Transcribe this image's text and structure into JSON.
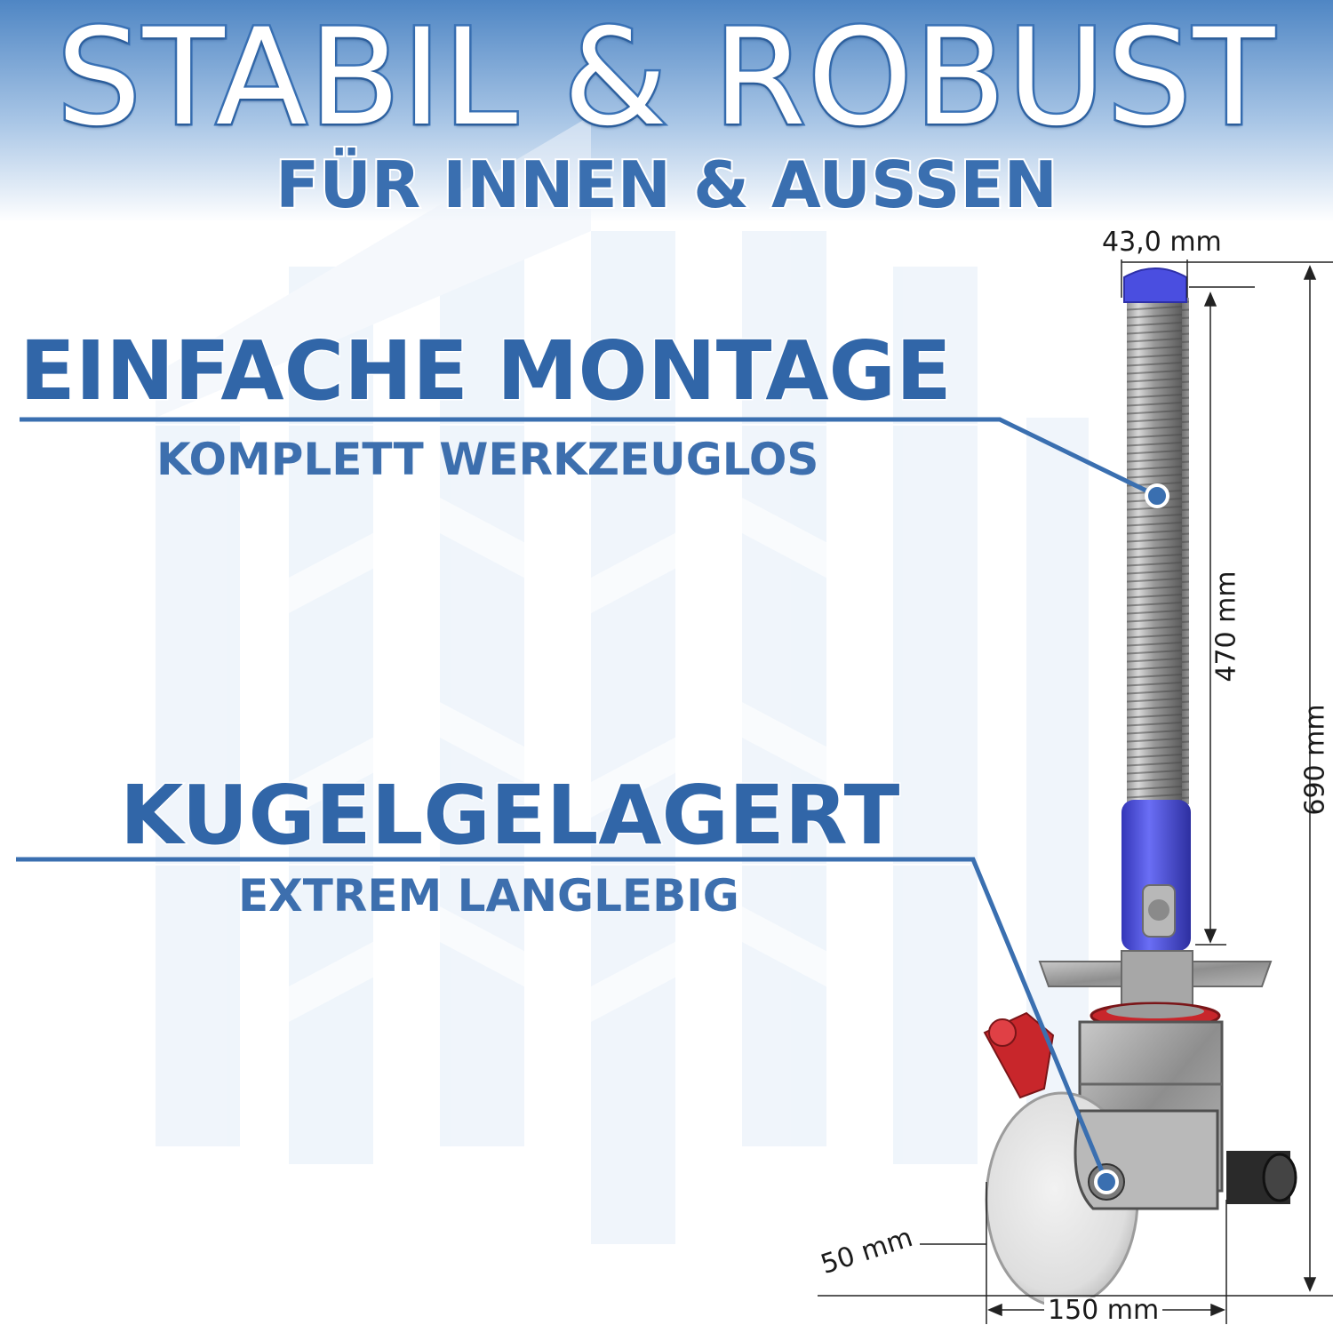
{
  "header": {
    "title": "STABIL & ROBUST",
    "subtitle": "FÜR INNEN & AUSSEN"
  },
  "features": [
    {
      "title": "EINFACHE MONTAGE",
      "subtitle": "KOMPLETT WERKZEUGLOS"
    },
    {
      "title": "KUGELGELAGERT",
      "subtitle": "EXTREM LANGLEBIG"
    }
  ],
  "dimensions": {
    "diameter_top": "43,0 mm",
    "spindle_length": "470 mm",
    "total_height": "690 mm",
    "wheel_width": "50 mm",
    "wheel_diameter": "150 mm"
  },
  "colors": {
    "brand_blue": "#3166a8",
    "sleeve_blue": "#4a4ee0",
    "brake_red": "#c8262b",
    "header_gradient_top": "#4f86c4"
  }
}
